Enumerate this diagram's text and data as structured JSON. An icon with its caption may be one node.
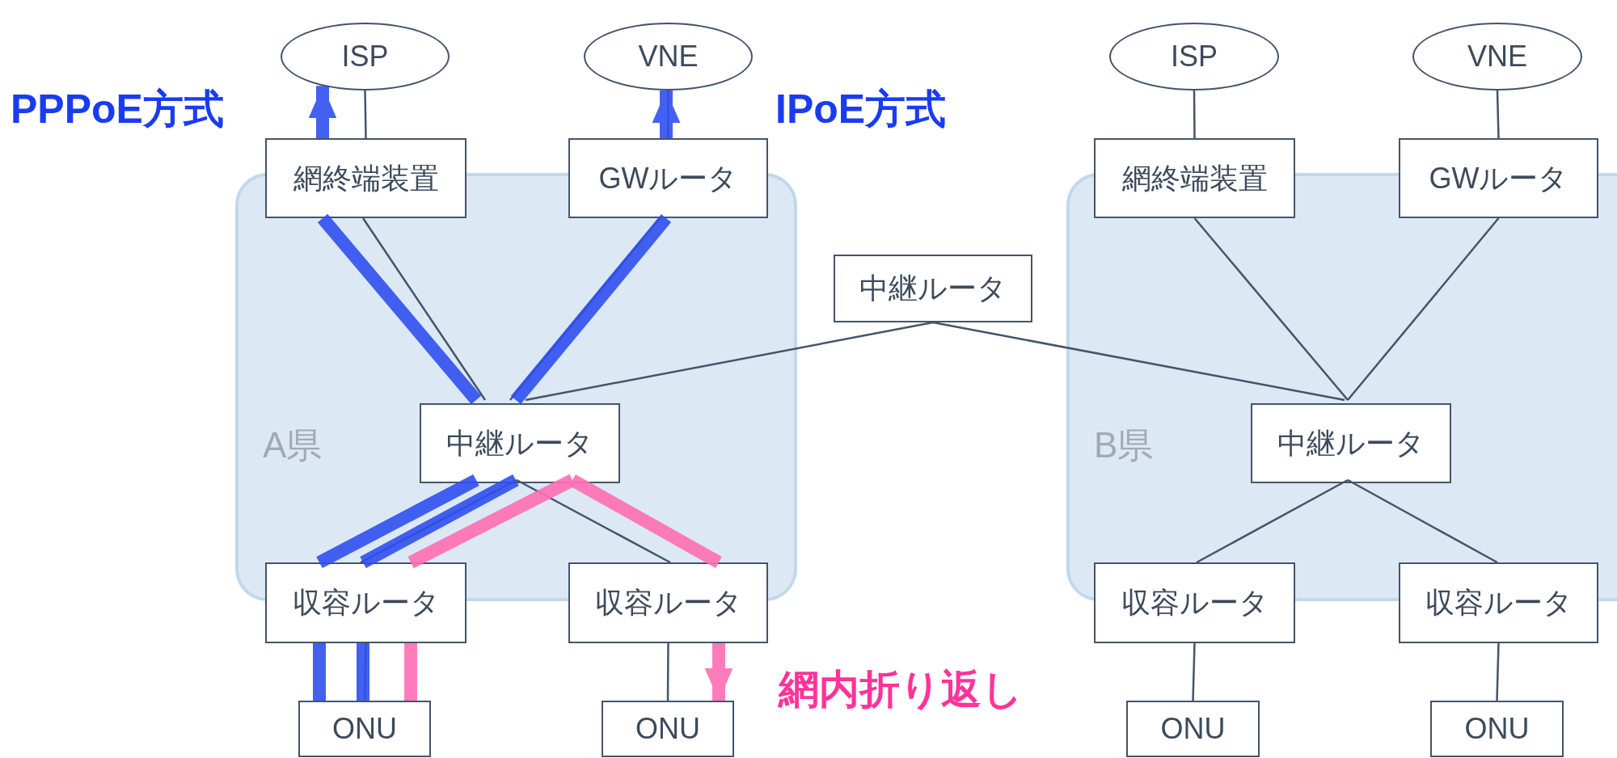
{
  "diagram": {
    "nodes": [
      {
        "text": [
          "ISP"
        ]
      },
      {
        "text": [
          "VNE"
        ]
      },
      {
        "text": [
          "ISP"
        ]
      },
      {
        "text": [
          "VNE"
        ]
      },
      {
        "text": [
          "網終端装置"
        ]
      },
      {
        "text": [
          "GWルータ"
        ]
      },
      {
        "text": [
          "網終端装置"
        ]
      },
      {
        "text": [
          "GWルータ"
        ]
      },
      {
        "text": [
          "中継ルータ"
        ]
      },
      {
        "text": [
          "A県"
        ]
      },
      {
        "text": [
          "中継ルータ"
        ],
        "in": 9
      },
      {
        "text": [
          "B県"
        ]
      },
      {
        "text": [
          "中継ルータ"
        ],
        "in": 11
      },
      {
        "text": [
          "収容ルータ"
        ]
      },
      {
        "text": [
          "収容ルータ"
        ]
      },
      {
        "text": [
          "収容ルータ"
        ]
      },
      {
        "text": [
          "収容ルータ"
        ]
      },
      {
        "text": [
          "ONU"
        ]
      },
      {
        "text": [
          "ONU"
        ]
      },
      {
        "text": [
          "ONU"
        ]
      },
      {
        "text": [
          "ONU"
        ]
      }
    ],
    "edges": [
      {
        "from": 0,
        "to": 4,
        "arrow": "none"
      },
      {
        "from": 1,
        "to": 5,
        "arrow": "none"
      },
      {
        "from": 2,
        "to": 6,
        "arrow": "none"
      },
      {
        "from": 3,
        "to": 7,
        "arrow": "none"
      },
      {
        "from": 4,
        "to": 10,
        "arrow": "none"
      },
      {
        "from": 5,
        "to": 10,
        "arrow": "none"
      },
      {
        "from": 8,
        "to": 10,
        "arrow": "none"
      },
      {
        "from": 8,
        "to": 12,
        "arrow": "none"
      },
      {
        "from": 6,
        "to": 12,
        "arrow": "none"
      },
      {
        "from": 7,
        "to": 12,
        "arrow": "none"
      },
      {
        "from": 10,
        "to": 13,
        "arrow": "none"
      },
      {
        "from": 10,
        "to": 14,
        "arrow": "none"
      },
      {
        "from": 12,
        "to": 15,
        "arrow": "none"
      },
      {
        "from": 12,
        "to": 16,
        "arrow": "none"
      },
      {
        "from": 13,
        "to": 17,
        "arrow": "none"
      },
      {
        "from": 14,
        "to": 18,
        "arrow": "none"
      },
      {
        "from": 15,
        "to": 19,
        "arrow": "none"
      },
      {
        "from": 16,
        "to": 20,
        "arrow": "none"
      },
      {
        "from": 17,
        "to": 13,
        "arrow": "none",
        "style": "thick",
        "color": "#2f4ff0"
      },
      {
        "from": 13,
        "to": 10,
        "arrow": "none",
        "style": "thick",
        "color": "#2f4ff0"
      },
      {
        "from": 10,
        "to": 4,
        "arrow": "none",
        "style": "thick",
        "color": "#2f4ff0"
      },
      {
        "from": 4,
        "to": 0,
        "arrow": "to",
        "label": "PPPoE方式",
        "style": "thick",
        "color": "#2f4ff0"
      },
      {
        "from": 17,
        "to": 13,
        "arrow": "none",
        "style": "thick",
        "color": "#2f4ff0"
      },
      {
        "from": 13,
        "to": 10,
        "arrow": "none",
        "style": "thick",
        "color": "#2f4ff0"
      },
      {
        "from": 10,
        "to": 5,
        "arrow": "none",
        "style": "thick",
        "color": "#2f4ff0"
      },
      {
        "from": 5,
        "to": 1,
        "arrow": "to",
        "label": "IPoE方式",
        "style": "thick",
        "color": "#2f4ff0"
      },
      {
        "from": 17,
        "to": 13,
        "arrow": "none",
        "style": "thick",
        "color": "#ff6eb4"
      },
      {
        "from": 13,
        "to": 10,
        "arrow": "none",
        "style": "thick",
        "color": "#ff6eb4"
      },
      {
        "from": 10,
        "to": 14,
        "arrow": "none",
        "style": "thick",
        "color": "#ff6eb4"
      },
      {
        "from": 14,
        "to": 18,
        "arrow": "to",
        "label": "網内折り返し",
        "style": "thick",
        "color": "#ff6eb4"
      }
    ]
  }
}
